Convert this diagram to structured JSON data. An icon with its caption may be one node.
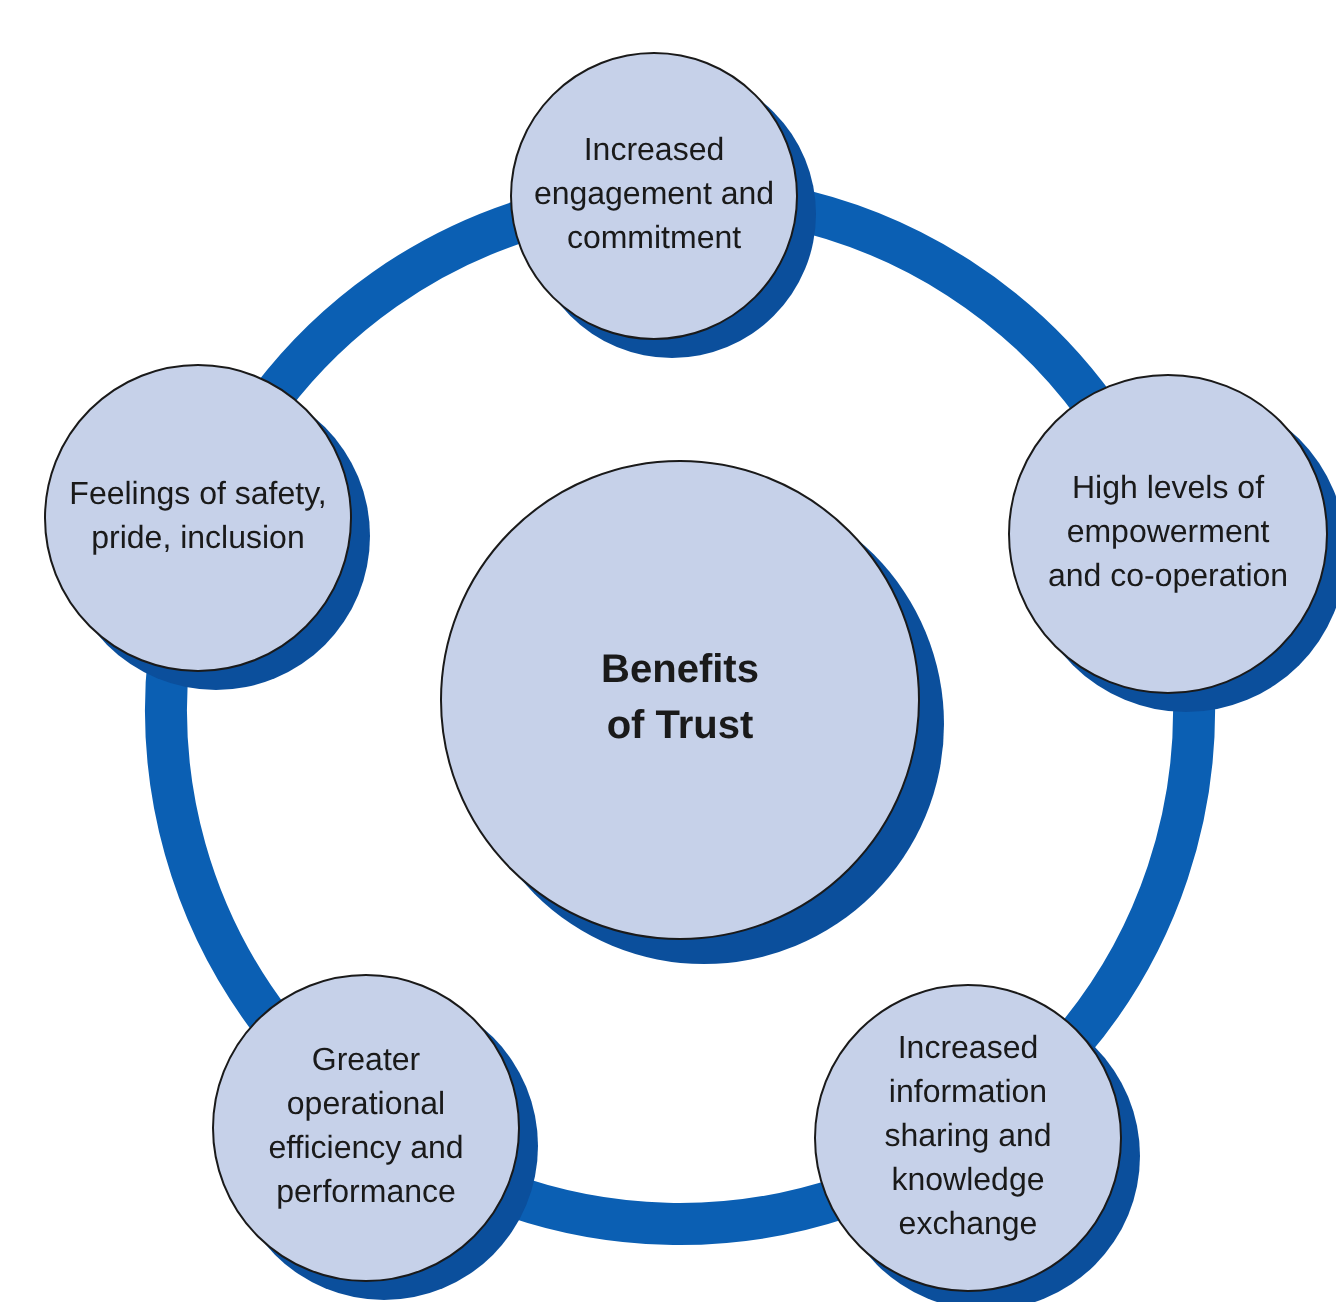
{
  "diagram": {
    "nodes": [
      {
        "text": [
          "Benefits of Trust"
        ]
      },
      {
        "text": [
          "Increased engagement and commitment"
        ]
      },
      {
        "text": [
          "High levels of empowerment and co-operation"
        ]
      },
      {
        "text": [
          "Increased information sharing and knowledge exchange"
        ]
      },
      {
        "text": [
          "Greater operational efficiency and performance"
        ]
      },
      {
        "text": [
          "Feelings of safety, pride, inclusion"
        ]
      }
    ],
    "edges": [
      {
        "from": 1,
        "to": 2,
        "arrow": "none"
      },
      {
        "from": 2,
        "to": 3,
        "arrow": "none"
      },
      {
        "from": 3,
        "to": 4,
        "arrow": "none"
      },
      {
        "from": 4,
        "to": 5,
        "arrow": "none"
      },
      {
        "from": 5,
        "to": 1,
        "arrow": "none"
      }
    ]
  }
}
